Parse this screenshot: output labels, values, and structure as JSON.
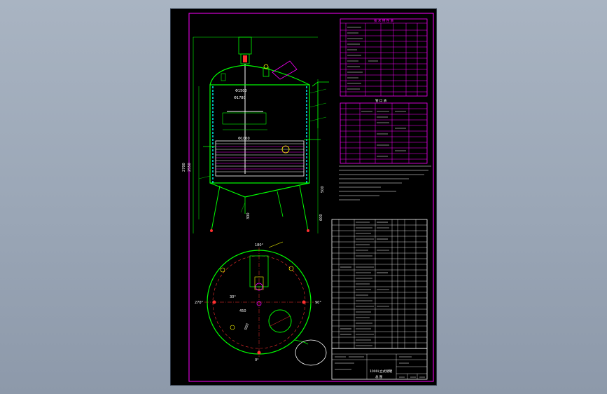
{
  "title_block": {
    "drawing_title": "1000L立式储罐",
    "sheet_label": "总 图"
  },
  "tables": {
    "tech_header": "技 术 特 性 表",
    "nozzle_header": "管 口 表"
  },
  "annotations": {
    "dim_phi1500": "Φ1500",
    "dim_phi1780": "Φ1780",
    "dim_phi1000": "Φ1000",
    "dim_2700": "2700",
    "dim_2550": "2550",
    "dim_500": "500",
    "dim_600": "600",
    "dim_300": "300",
    "dim_900": "900",
    "angle_180": "180°",
    "angle_270": "270°",
    "angle_90": "90°",
    "angle_0": "0°",
    "dim_450": "450",
    "dim_30": "30°"
  },
  "colors": {
    "frame": "#ff00ff",
    "body": "#00ff00",
    "text": "#ffffff",
    "center": "#ff3030",
    "highlight": "#ffff00",
    "accent": "#00ffff"
  }
}
